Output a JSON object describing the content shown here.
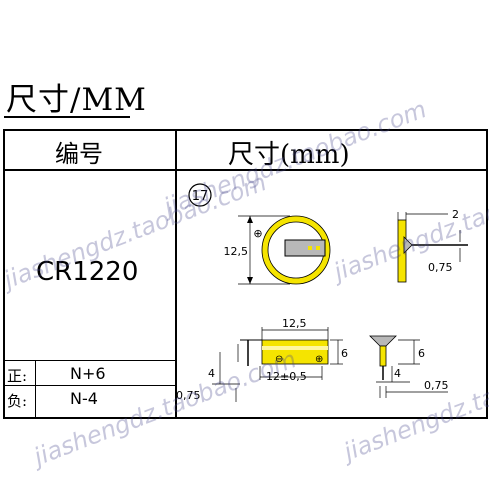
{
  "title": "尺寸/MM",
  "table": {
    "header_left": "编号",
    "header_right": "尺寸(mm)",
    "model": "CR1220",
    "rows": [
      {
        "label": "正:",
        "value": "N+6"
      },
      {
        "label": "负:",
        "value": "N-4"
      }
    ]
  },
  "drawing": {
    "number": "17",
    "front_view": {
      "height_label": "12,5",
      "plus_sign": "⊕"
    },
    "side_view": {
      "thickness_label": "2",
      "offset_label": "0,75"
    },
    "bottom_view": {
      "length_label": "12,5",
      "height_label": "6",
      "pin_label": "4",
      "spacing_label": "12±0,5",
      "thickness_label": "0,75",
      "plus_sign": "⊕",
      "minus_sign": "⊖"
    },
    "small_side_view": {
      "height_label": "6",
      "pin_label": "4",
      "thickness_label": "0,75"
    }
  },
  "watermarks": [
    "jiashengdz.taobao.com",
    "jiashengdz.taobao.com",
    "jiashengdz.taobao.com",
    "jiashengdz.taobao.com",
    "jiashengdz.tao"
  ],
  "colors": {
    "battery_yellow": "#f5e400",
    "tab_gray": "#b8b8b8"
  }
}
